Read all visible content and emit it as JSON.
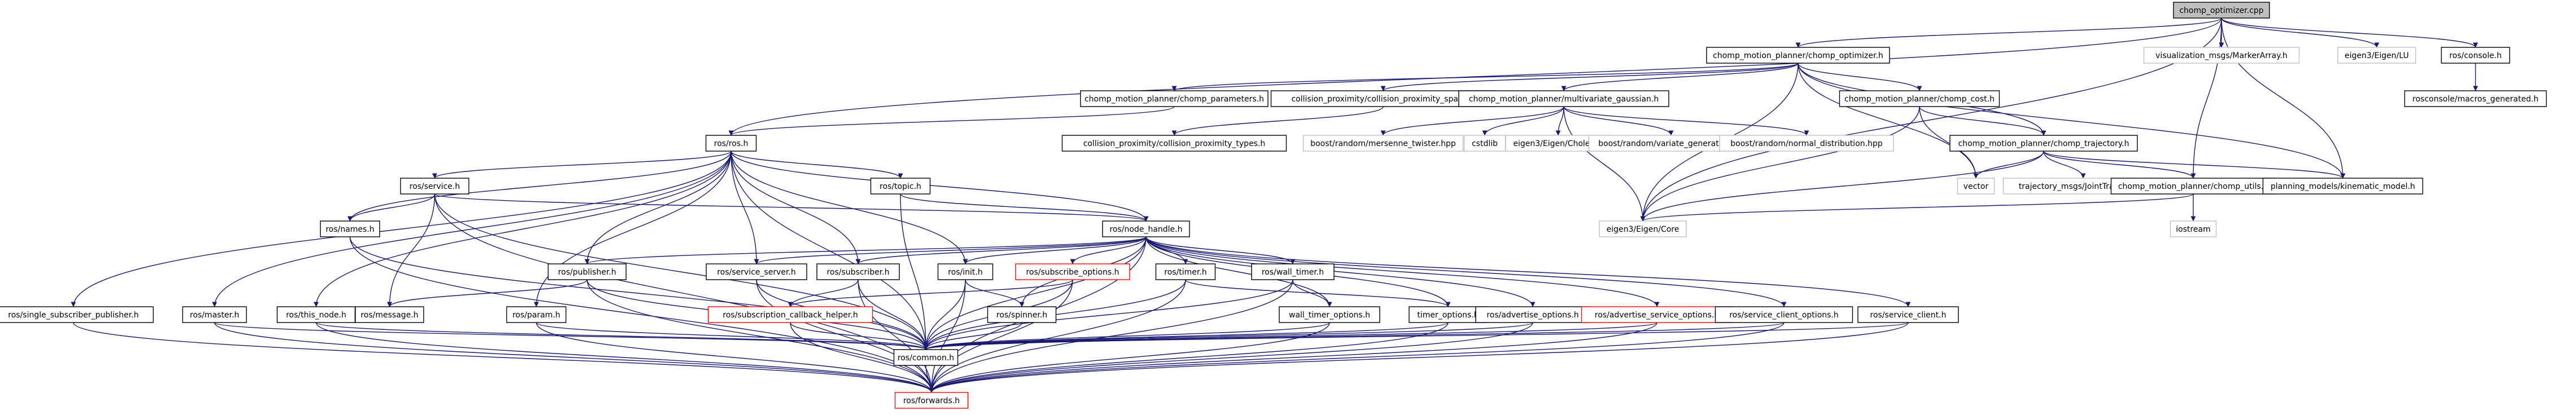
{
  "colors": {
    "edge": "#191970",
    "node_border_default": "#000000",
    "node_border_missing": "#bfbfbf",
    "node_border_incomplete": "#ff0000",
    "root_fill": "#bfbfbf"
  },
  "graph": {
    "root": "chomp_optimizer.cpp",
    "nodes": [
      {
        "id": "root",
        "label": "chomp_optimizer.cpp",
        "kind": "root"
      },
      {
        "id": "cop",
        "label": "chomp_motion_planner/chomp_optimizer.h",
        "kind": "default"
      },
      {
        "id": "vis",
        "label": "visualization_msgs/MarkerArray.h",
        "kind": "missing"
      },
      {
        "id": "eigenlu",
        "label": "eigen3/Eigen/LU",
        "kind": "missing"
      },
      {
        "id": "rosconsole",
        "label": "ros/console.h",
        "kind": "default"
      },
      {
        "id": "rcmacros",
        "label": "rosconsole/macros_generated.h",
        "kind": "default"
      },
      {
        "id": "cparams",
        "label": "chomp_motion_planner/chomp_parameters.h",
        "kind": "default"
      },
      {
        "id": "cps",
        "label": "collision_proximity/collision_proximity_space.h",
        "kind": "default"
      },
      {
        "id": "mvg",
        "label": "chomp_motion_planner/multivariate_gaussian.h",
        "kind": "default"
      },
      {
        "id": "ccost",
        "label": "chomp_motion_planner/chomp_cost.h",
        "kind": "default"
      },
      {
        "id": "rosros",
        "label": "ros/ros.h",
        "kind": "default"
      },
      {
        "id": "cpt",
        "label": "collision_proximity/collision_proximity_types.h",
        "kind": "default"
      },
      {
        "id": "mt",
        "label": "boost/random/mersenne_twister.hpp",
        "kind": "missing"
      },
      {
        "id": "cstdlib",
        "label": "cstdlib",
        "kind": "missing"
      },
      {
        "id": "chol",
        "label": "eigen3/Eigen/Cholesky",
        "kind": "missing"
      },
      {
        "id": "vgen",
        "label": "boost/random/variate_generator.hpp",
        "kind": "missing"
      },
      {
        "id": "ndist",
        "label": "boost/random/normal_distribution.hpp",
        "kind": "missing"
      },
      {
        "id": "ctraj",
        "label": "chomp_motion_planner/chomp_trajectory.h",
        "kind": "default"
      },
      {
        "id": "vector",
        "label": "vector",
        "kind": "missing"
      },
      {
        "id": "tmsgs",
        "label": "trajectory_msgs/JointTrajectory.h",
        "kind": "missing"
      },
      {
        "id": "cutils",
        "label": "chomp_motion_planner/chomp_utils.h",
        "kind": "default"
      },
      {
        "id": "pmkm",
        "label": "planning_models/kinematic_model.h",
        "kind": "default"
      },
      {
        "id": "iostream",
        "label": "iostream",
        "kind": "missing"
      },
      {
        "id": "ecore",
        "label": "eigen3/Eigen/Core",
        "kind": "missing"
      },
      {
        "id": "service",
        "label": "ros/service.h",
        "kind": "default"
      },
      {
        "id": "topic",
        "label": "ros/topic.h",
        "kind": "default"
      },
      {
        "id": "nh",
        "label": "ros/node_handle.h",
        "kind": "default"
      },
      {
        "id": "names",
        "label": "ros/names.h",
        "kind": "default"
      },
      {
        "id": "pub",
        "label": "ros/publisher.h",
        "kind": "default"
      },
      {
        "id": "ssrv",
        "label": "ros/service_server.h",
        "kind": "default"
      },
      {
        "id": "sub",
        "label": "ros/subscriber.h",
        "kind": "default"
      },
      {
        "id": "init",
        "label": "ros/init.h",
        "kind": "default"
      },
      {
        "id": "subopt",
        "label": "ros/subscribe_options.h",
        "kind": "incomplete"
      },
      {
        "id": "timer",
        "label": "ros/timer.h",
        "kind": "default"
      },
      {
        "id": "wtimer",
        "label": "ros/wall_timer.h",
        "kind": "default"
      },
      {
        "id": "ssp",
        "label": "ros/single_subscriber_publisher.h",
        "kind": "default"
      },
      {
        "id": "master",
        "label": "ros/master.h",
        "kind": "default"
      },
      {
        "id": "thisnode",
        "label": "ros/this_node.h",
        "kind": "default"
      },
      {
        "id": "msg",
        "label": "ros/message.h",
        "kind": "default"
      },
      {
        "id": "param",
        "label": "ros/param.h",
        "kind": "default"
      },
      {
        "id": "sch",
        "label": "ros/subscription_callback_helper.h",
        "kind": "incomplete"
      },
      {
        "id": "spinner",
        "label": "ros/spinner.h",
        "kind": "default"
      },
      {
        "id": "wto",
        "label": "wall_timer_options.h",
        "kind": "default"
      },
      {
        "id": "to",
        "label": "timer_options.h",
        "kind": "default"
      },
      {
        "id": "advo",
        "label": "ros/advertise_options.h",
        "kind": "default"
      },
      {
        "id": "advso",
        "label": "ros/advertise_service_options.h",
        "kind": "incomplete"
      },
      {
        "id": "sco",
        "label": "ros/service_client_options.h",
        "kind": "default"
      },
      {
        "id": "sc",
        "label": "ros/service_client.h",
        "kind": "default"
      },
      {
        "id": "common",
        "label": "ros/common.h",
        "kind": "default"
      },
      {
        "id": "fwd",
        "label": "ros/forwards.h",
        "kind": "incomplete"
      }
    ],
    "edges": [
      [
        "root",
        "cop"
      ],
      [
        "root",
        "vis"
      ],
      [
        "root",
        "eigenlu"
      ],
      [
        "root",
        "rosconsole"
      ],
      [
        "root",
        "cutils"
      ],
      [
        "root",
        "pmkm"
      ],
      [
        "root",
        "rosros"
      ],
      [
        "root",
        "ecore"
      ],
      [
        "rosconsole",
        "rcmacros"
      ],
      [
        "cop",
        "cparams"
      ],
      [
        "cop",
        "cps"
      ],
      [
        "cop",
        "mvg"
      ],
      [
        "cop",
        "ccost"
      ],
      [
        "cop",
        "ctraj"
      ],
      [
        "cop",
        "pmkm"
      ],
      [
        "cop",
        "vector"
      ],
      [
        "cop",
        "ecore"
      ],
      [
        "cparams",
        "rosros"
      ],
      [
        "cps",
        "cpt"
      ],
      [
        "mvg",
        "mt"
      ],
      [
        "mvg",
        "cstdlib"
      ],
      [
        "mvg",
        "chol"
      ],
      [
        "mvg",
        "vgen"
      ],
      [
        "mvg",
        "ndist"
      ],
      [
        "mvg",
        "ecore"
      ],
      [
        "ccost",
        "ctraj"
      ],
      [
        "ccost",
        "vector"
      ],
      [
        "ccost",
        "ecore"
      ],
      [
        "ctraj",
        "tmsgs"
      ],
      [
        "ctraj",
        "vector"
      ],
      [
        "ctraj",
        "cutils"
      ],
      [
        "ctraj",
        "pmkm"
      ],
      [
        "ctraj",
        "ecore"
      ],
      [
        "cutils",
        "iostream"
      ],
      [
        "cutils",
        "ecore"
      ],
      [
        "rosros",
        "service"
      ],
      [
        "rosros",
        "topic"
      ],
      [
        "rosros",
        "nh"
      ],
      [
        "rosros",
        "names"
      ],
      [
        "rosros",
        "pub"
      ],
      [
        "rosros",
        "ssrv"
      ],
      [
        "rosros",
        "sub"
      ],
      [
        "rosros",
        "init"
      ],
      [
        "rosros",
        "ssp"
      ],
      [
        "rosros",
        "master"
      ],
      [
        "rosros",
        "thisnode"
      ],
      [
        "rosros",
        "param"
      ],
      [
        "rosros",
        "common"
      ],
      [
        "service",
        "names"
      ],
      [
        "service",
        "nh"
      ],
      [
        "service",
        "msg"
      ],
      [
        "service",
        "common"
      ],
      [
        "service",
        "fwd"
      ],
      [
        "topic",
        "nh"
      ],
      [
        "topic",
        "common"
      ],
      [
        "nh",
        "pub"
      ],
      [
        "nh",
        "ssrv"
      ],
      [
        "nh",
        "sub"
      ],
      [
        "nh",
        "init"
      ],
      [
        "nh",
        "subopt"
      ],
      [
        "nh",
        "timer"
      ],
      [
        "nh",
        "wtimer"
      ],
      [
        "nh",
        "wto"
      ],
      [
        "nh",
        "to"
      ],
      [
        "nh",
        "advo"
      ],
      [
        "nh",
        "advso"
      ],
      [
        "nh",
        "sco"
      ],
      [
        "nh",
        "sc"
      ],
      [
        "nh",
        "common"
      ],
      [
        "nh",
        "fwd"
      ],
      [
        "nh",
        "spinner"
      ],
      [
        "names",
        "common"
      ],
      [
        "names",
        "fwd"
      ],
      [
        "pub",
        "msg"
      ],
      [
        "pub",
        "common"
      ],
      [
        "pub",
        "fwd"
      ],
      [
        "ssrv",
        "common"
      ],
      [
        "ssrv",
        "fwd"
      ],
      [
        "sub",
        "sch"
      ],
      [
        "sub",
        "common"
      ],
      [
        "sub",
        "fwd"
      ],
      [
        "init",
        "spinner"
      ],
      [
        "init",
        "common"
      ],
      [
        "init",
        "fwd"
      ],
      [
        "subopt",
        "sch"
      ],
      [
        "subopt",
        "common"
      ],
      [
        "subopt",
        "fwd"
      ],
      [
        "timer",
        "to"
      ],
      [
        "timer",
        "common"
      ],
      [
        "timer",
        "fwd"
      ],
      [
        "wtimer",
        "wto"
      ],
      [
        "wtimer",
        "common"
      ],
      [
        "wtimer",
        "fwd"
      ],
      [
        "ssp",
        "fwd"
      ],
      [
        "master",
        "common"
      ],
      [
        "master",
        "fwd"
      ],
      [
        "thisnode",
        "common"
      ],
      [
        "thisnode",
        "fwd"
      ],
      [
        "param",
        "common"
      ],
      [
        "param",
        "fwd"
      ],
      [
        "sch",
        "common"
      ],
      [
        "sch",
        "fwd"
      ],
      [
        "spinner",
        "common"
      ],
      [
        "wto",
        "common"
      ],
      [
        "wto",
        "fwd"
      ],
      [
        "to",
        "common"
      ],
      [
        "to",
        "fwd"
      ],
      [
        "advo",
        "common"
      ],
      [
        "advo",
        "fwd"
      ],
      [
        "advso",
        "common"
      ],
      [
        "advso",
        "fwd"
      ],
      [
        "sco",
        "common"
      ],
      [
        "sco",
        "fwd"
      ],
      [
        "sc",
        "common"
      ],
      [
        "sc",
        "fwd"
      ],
      [
        "common",
        "fwd"
      ]
    ]
  }
}
